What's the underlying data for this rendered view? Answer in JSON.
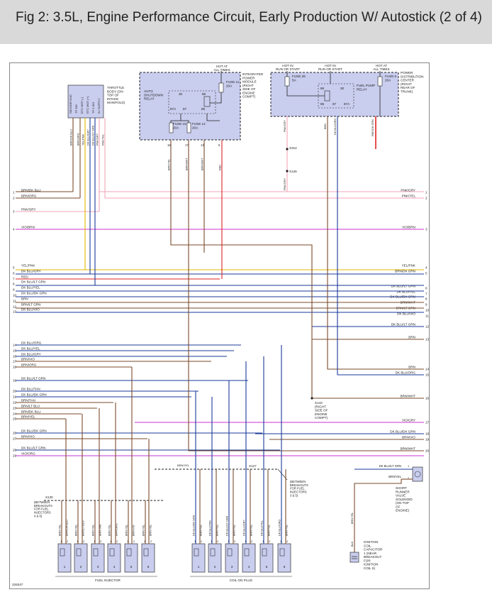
{
  "title": "Fig 2: 3.5L, Engine Performance Circuit, Early Production W/ Autostick (2 of 4)",
  "diagram_id": "226347",
  "components": {
    "throttle_body": "THROTTLE BODY (ON TOP OF INTAKE MANIFOLD)",
    "throttle_pins": [
      "SENSOR GND",
      "TP SIG",
      "ETC MOT (-)",
      "ETC MOT (+)",
      "TP 2 SIG",
      "5V SUPPLY"
    ],
    "ipm": "INTEGRATED POWER MODULE (RIGHT SIDE OF ENGINE COMPT)",
    "pdc": "POWER DISTRIBUTION CENTER (RIGHT REAR OF TRUNK)",
    "asd_relay": "AUTO SHUTDOWN RELAY",
    "fuel_pump_relay": "FUEL PUMP RELAY",
    "hot_at_all_times": "HOT AT ALL TIMES",
    "hot_in_run_or_start": "HOT IN RUN OR START",
    "fuse_11": "FUSE 11 20A",
    "fuse_15": "FUSE 15 20A",
    "fuse_14": "FUSE 14 20A",
    "fuse_28": "FUSE 28 5A",
    "fuse_6": "FUSE 6 20A",
    "fuel_injector": "FUEL INJECTOR",
    "coil_on_plug": "COIL ON PLUG",
    "srv_solenoid": "SHORT RUNNER VALVE SOLENOID (ON TOP OF ENGINE)",
    "ignition_capacitor": "IGNITION COIL CAPACITOR 1 (NEAR BREAKOUT FOR IGNITION COIL 5)",
    "splice_s143": "S143 (RIGHT SIDE OF ENGINE COMPT)",
    "splice_s127": "S127",
    "splice_s127_note": "(BETWEEN BREAKOUTS FOR FUEL INJECTORS 3 & 5)",
    "splice_s130": "S130",
    "splice_s130_note": "(BETWEEN BREAKOUTS FOR FUEL INJECTORS 4 & 6)",
    "splice_s314": "S314",
    "splice_s126": "S126"
  },
  "relay_pins": [
    "30",
    "86",
    "87A",
    "87",
    "85"
  ],
  "left_wires": [
    {
      "num": "1",
      "label": "BRN/DK BLU",
      "color": "#7a4a2a"
    },
    {
      "num": "2",
      "label": "BRN/ORG",
      "color": "#7a4a2a"
    },
    {
      "num": "3",
      "label": "PNK/GRY",
      "color": "#f3a6b8"
    },
    {
      "num": "4",
      "label": "VIO/BRN",
      "color": "#cc33cc"
    },
    {
      "num": "5",
      "label": "YEL/PNK",
      "color": "#e0b800"
    },
    {
      "num": "6",
      "label": "DK BLU/GRY",
      "color": "#1a3a9a"
    },
    {
      "num": "7",
      "label": "RED",
      "color": "#dd2222"
    },
    {
      "num": "8",
      "label": "DK BLU/LT GRN",
      "color": "#1a3a9a"
    },
    {
      "num": "9",
      "label": "DK BLU/YEL",
      "color": "#1a3a9a"
    },
    {
      "num": "10",
      "label": "DK BLU/DK GRN",
      "color": "#1a3a9a"
    },
    {
      "num": "11",
      "label": "BRN",
      "color": "#7a4a2a"
    },
    {
      "num": "12",
      "label": "BRN/LT GRN",
      "color": "#7a4a2a"
    },
    {
      "num": "13",
      "label": "DK BLU/VIO",
      "color": "#1a3a9a"
    },
    {
      "num": "14",
      "label": "DK BLU/ORG",
      "color": "#1a3a9a"
    },
    {
      "num": "15",
      "label": "DK BLU/YEL",
      "color": "#1a3a9a"
    },
    {
      "num": "16",
      "label": "DK BLU/GRY",
      "color": "#1a3a9a"
    },
    {
      "num": "17",
      "label": "BRN/VIO",
      "color": "#7a4a2a"
    },
    {
      "num": "18",
      "label": "BRN/ORG",
      "color": "#7a4a2a"
    },
    {
      "num": "19",
      "label": "DK BLU/LT GRN",
      "color": "#1a3a9a"
    },
    {
      "num": "20",
      "label": "DK BLU/TAN",
      "color": "#1a3a9a"
    },
    {
      "num": "21",
      "label": "DK BLU/DK GRN",
      "color": "#1a3a9a"
    },
    {
      "num": "22",
      "label": "BRN/TAN",
      "color": "#7a4a2a"
    },
    {
      "num": "23",
      "label": "BRN/LT BLU",
      "color": "#7a4a2a"
    },
    {
      "num": "24",
      "label": "BRN/DK BLU",
      "color": "#7a4a2a"
    },
    {
      "num": "25",
      "label": "BRN/YEL",
      "color": "#7a4a2a"
    },
    {
      "num": "26",
      "label": "DK BLU/DK GRN",
      "color": "#1a3a9a"
    },
    {
      "num": "27",
      "label": "BRN/VIO",
      "color": "#7a4a2a"
    },
    {
      "num": "28",
      "label": "DK BLU/LT GRN",
      "color": "#1a3a9a"
    },
    {
      "num": "29",
      "label": "VIO/ORG",
      "color": "#cc33cc"
    }
  ],
  "right_wires": [
    {
      "num": "1",
      "label": "PNK/GRY",
      "color": "#f3a6b8"
    },
    {
      "num": "2",
      "label": "PNK/YEL",
      "color": "#f3a6b8"
    },
    {
      "num": "3",
      "label": "VIO/BRN",
      "color": "#cc33cc"
    },
    {
      "num": "4",
      "label": "YEL/PNK",
      "color": "#e0b800"
    },
    {
      "num": "5",
      "label": "BRN/DK GRN",
      "color": "#7a4a2a"
    },
    {
      "num": "6",
      "label": "DK BLU/LT GRN",
      "color": "#1a3a9a"
    },
    {
      "num": "7",
      "label": "DK BLU/YEL",
      "color": "#1a3a9a"
    },
    {
      "num": "8",
      "label": "DK BLU/DK GRN",
      "color": "#1a3a9a"
    },
    {
      "num": "9",
      "label": "BRN/WHT",
      "color": "#7a4a2a"
    },
    {
      "num": "10",
      "label": "BRN/LT GRN",
      "color": "#7a4a2a"
    },
    {
      "num": "11",
      "label": "DK BLU/VIO",
      "color": "#1a3a9a"
    },
    {
      "num": "12",
      "label": "DK BLU/LT GRN",
      "color": "#1a3a9a"
    },
    {
      "num": "13",
      "label": "BRN",
      "color": "#7a4a2a"
    },
    {
      "num": "14",
      "label": "BRN",
      "color": "#7a4a2a"
    },
    {
      "num": "15",
      "label": "DK BLU/ORG",
      "color": "#1a3a9a"
    },
    {
      "num": "16",
      "label": "BRN/WHT",
      "color": "#7a4a2a"
    },
    {
      "num": "17",
      "label": "VIO/GRY",
      "color": "#cc33cc"
    },
    {
      "num": "18",
      "label": "DK BLU/DK GRN",
      "color": "#1a3a9a"
    },
    {
      "num": "19",
      "label": "BRN/VIO",
      "color": "#7a4a2a"
    },
    {
      "num": "20",
      "label": "BRN/WHT",
      "color": "#7a4a2a"
    }
  ],
  "vertical_labels": {
    "throttle_wires": [
      "BRN/DK BLU",
      "BRN/ORG",
      "YEL/PNK",
      "DK BLU/GRY",
      "DK BLU/LT GRN",
      "PNK/GRY",
      "PNK/YEL"
    ],
    "ipm_wires": [
      "BRN/YEL",
      "BRN/WHT",
      "BRN/WHT",
      "RED"
    ],
    "ipm_pins": [
      "16",
      "17",
      "13",
      "5"
    ],
    "pdc_wires": [
      "PNK/GRY",
      "BRN",
      "DK BLU/ORG",
      "RED/DK GRN"
    ],
    "injector_wires": [
      "BRN/YEL",
      "BRN/DK BLU",
      "BRN/YEL",
      "BRN/LT BLU",
      "BRN/YEL",
      "BRN/TAN",
      "BRN/YEL",
      "BRN/ORG",
      "BRN/YEL",
      "BRN/VIO",
      "BRN/YEL",
      "BRN/YEL"
    ],
    "coil_wires": [
      "DK BLU/DK GRN",
      "BRN/YEL",
      "DK BLU/TAN",
      "BRN/YEL",
      "DK BLU/LT GRN",
      "BRN/YEL",
      "DK BLU/GRY",
      "BRN/YEL",
      "DK BLU/YEL",
      "BRN/YEL",
      "DK BLU/ORG",
      "BRN/YEL"
    ],
    "capacitor_wire": "BRN/YEL",
    "capacitor_lead": "BLK",
    "srv_wires": [
      "DK BLU/LT GRN",
      "BRN/YEL"
    ]
  },
  "injector_numbers": [
    "1",
    "2",
    "3",
    "4",
    "5",
    "6"
  ],
  "coil_numbers": [
    "1",
    "2",
    "3",
    "4",
    "5",
    "6"
  ],
  "pin_numbers": [
    "1",
    "2"
  ]
}
